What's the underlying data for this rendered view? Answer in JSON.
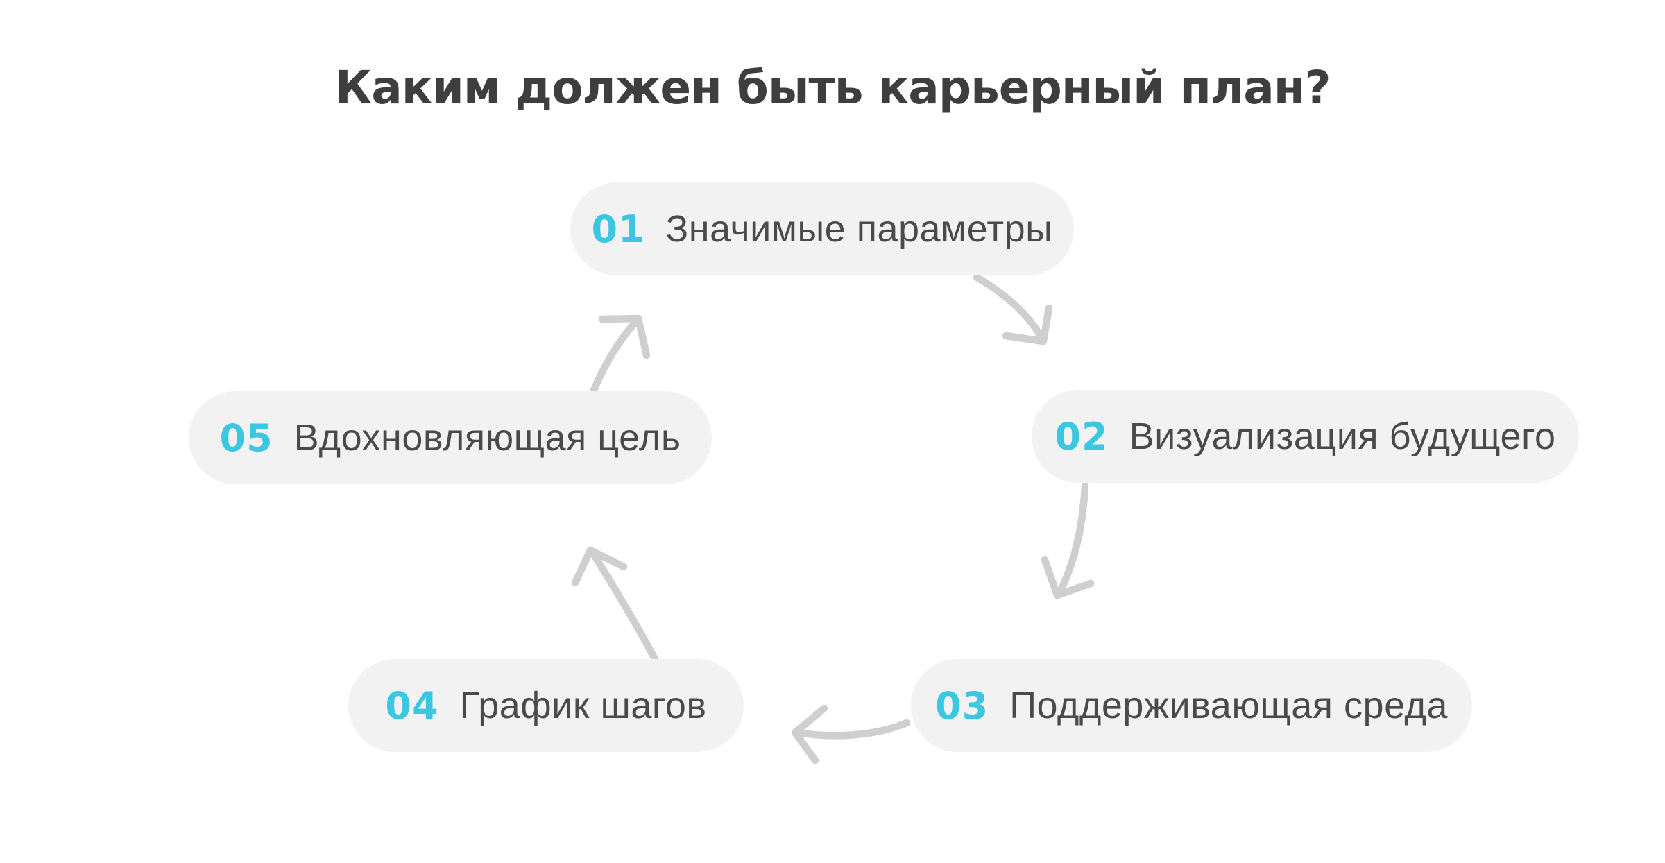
{
  "title": "Каким должен быть карьерный план?",
  "steps": [
    {
      "number": "01",
      "label": "Значимые параметры"
    },
    {
      "number": "02",
      "label": "Визуализация будущего"
    },
    {
      "number": "03",
      "label": "Поддерживающая среда"
    },
    {
      "number": "04",
      "label": "График шагов"
    },
    {
      "number": "05",
      "label": "Вдохновляющая цель"
    }
  ],
  "flow": [
    {
      "from": "01",
      "to": "02"
    },
    {
      "from": "02",
      "to": "03"
    },
    {
      "from": "03",
      "to": "04"
    },
    {
      "from": "04",
      "to": "05"
    },
    {
      "from": "05",
      "to": "01"
    }
  ],
  "colors": {
    "accent": "#3BC6E2",
    "pill_background": "#F2F2F2",
    "label_text": "#4A4A4A",
    "title_text": "#3E3E3E",
    "arrow": "#CFCFCF",
    "background": "#FFFFFF"
  }
}
